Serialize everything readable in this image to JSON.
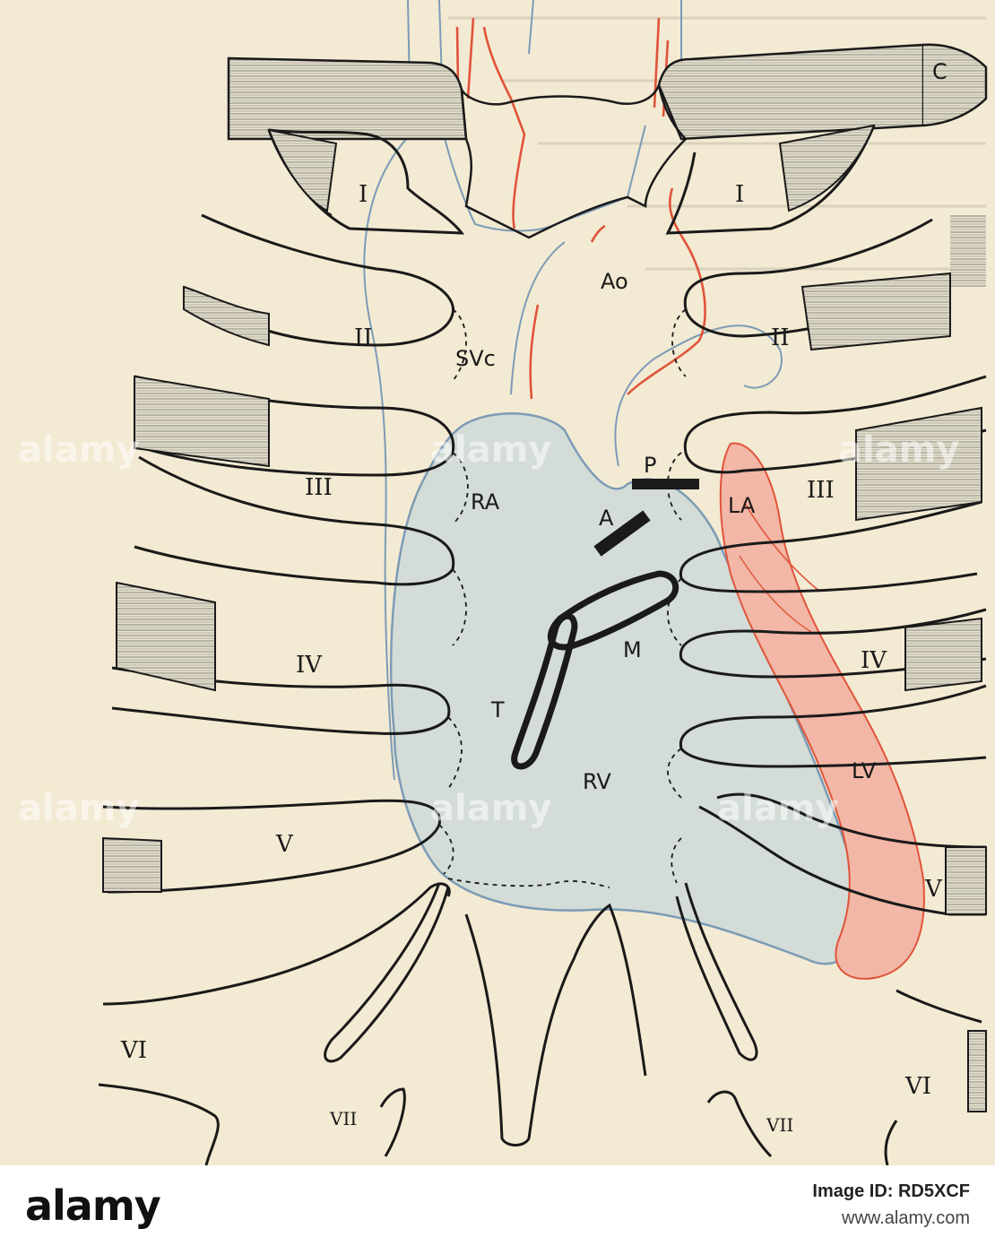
{
  "diagram": {
    "labels": {
      "C": "C",
      "rib_I_left": "I",
      "rib_I_right": "I",
      "rib_II_left": "II",
      "rib_II_right": "II",
      "rib_III_left": "III",
      "rib_III_right": "III",
      "rib_IV_left": "IV",
      "rib_IV_right": "IV",
      "rib_V_left": "V",
      "rib_V_right": "V",
      "rib_VI_left": "VI",
      "rib_VI_right": "VI",
      "rib_VII_left": "VII",
      "rib_VII_right": "VII",
      "Ao": "Ao",
      "SVc": "SVc",
      "RA": "RA",
      "P": "P",
      "A": "A",
      "LA": "LA",
      "M": "M",
      "T": "T",
      "RV": "RV",
      "LV": "LV"
    },
    "colors": {
      "paper": "#f3ead3",
      "line": "#1a1a1a",
      "cartilage": "#d9d4c3",
      "heart_blue_fill": "#d3dcd6",
      "heart_blue_line": "#7c9bb6",
      "arterial_red_fill": "#f2b7a6",
      "arterial_red_line": "#e0543a"
    }
  },
  "watermark": {
    "text": "alamy"
  },
  "footer": {
    "logo": "alamy",
    "image_id_label": "Image ID: RD5XCF",
    "site": "www.alamy.com"
  }
}
